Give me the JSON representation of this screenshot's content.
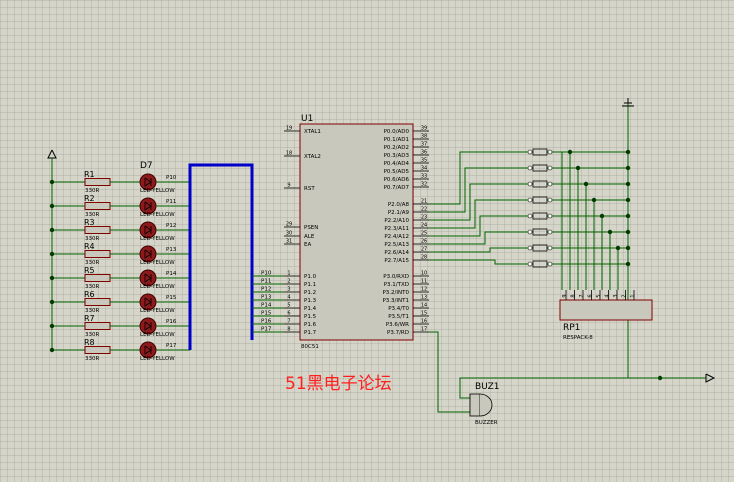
{
  "mcu": {
    "ref": "U1",
    "part": "80C51",
    "left_pins": [
      {
        "num": "19",
        "name": "XTAL1"
      },
      {
        "num": "18",
        "name": "XTAL2"
      },
      {
        "num": "9",
        "name": "RST"
      },
      {
        "num": "29",
        "name": "PSEN"
      },
      {
        "num": "30",
        "name": "ALE"
      },
      {
        "num": "31",
        "name": "EA"
      },
      {
        "num": "1",
        "name": "P1.0"
      },
      {
        "num": "2",
        "name": "P1.1"
      },
      {
        "num": "3",
        "name": "P1.2"
      },
      {
        "num": "4",
        "name": "P1.3"
      },
      {
        "num": "5",
        "name": "P1.4"
      },
      {
        "num": "6",
        "name": "P1.5"
      },
      {
        "num": "7",
        "name": "P1.6"
      },
      {
        "num": "8",
        "name": "P1.7"
      }
    ],
    "right_pins": [
      {
        "num": "39",
        "name": "P0.0/AD0"
      },
      {
        "num": "38",
        "name": "P0.1/AD1"
      },
      {
        "num": "37",
        "name": "P0.2/AD2"
      },
      {
        "num": "36",
        "name": "P0.3/AD3"
      },
      {
        "num": "35",
        "name": "P0.4/AD4"
      },
      {
        "num": "34",
        "name": "P0.5/AD5"
      },
      {
        "num": "33",
        "name": "P0.6/AD6"
      },
      {
        "num": "32",
        "name": "P0.7/AD7"
      },
      {
        "num": "21",
        "name": "P2.0/A8"
      },
      {
        "num": "22",
        "name": "P2.1/A9"
      },
      {
        "num": "23",
        "name": "P2.2/A10"
      },
      {
        "num": "24",
        "name": "P2.3/A11"
      },
      {
        "num": "25",
        "name": "P2.4/A12"
      },
      {
        "num": "26",
        "name": "P2.5/A13"
      },
      {
        "num": "27",
        "name": "P2.6/A14"
      },
      {
        "num": "28",
        "name": "P2.7/A15"
      },
      {
        "num": "10",
        "name": "P3.0/RXD"
      },
      {
        "num": "11",
        "name": "P3.1/TXD"
      },
      {
        "num": "12",
        "name": "P3.2/INT0"
      },
      {
        "num": "13",
        "name": "P3.3/INT1"
      },
      {
        "num": "14",
        "name": "P3.4/T0"
      },
      {
        "num": "15",
        "name": "P3.5/T1"
      },
      {
        "num": "16",
        "name": "P3.6/WR"
      },
      {
        "num": "17",
        "name": "P3.7/RD"
      }
    ]
  },
  "resistors": [
    {
      "ref": "R1",
      "value": "330R"
    },
    {
      "ref": "R2",
      "value": "330R"
    },
    {
      "ref": "R3",
      "value": "330R"
    },
    {
      "ref": "R4",
      "value": "330R"
    },
    {
      "ref": "R5",
      "value": "330R"
    },
    {
      "ref": "R6",
      "value": "330R"
    },
    {
      "ref": "R7",
      "value": "330R"
    },
    {
      "ref": "R8",
      "value": "330R"
    }
  ],
  "leds": {
    "top_ref": "D7",
    "part": "LED-YELLOW",
    "net_labels": [
      "P10",
      "P11",
      "P12",
      "P13",
      "P14",
      "P15",
      "P16",
      "P17"
    ]
  },
  "mcu_net_labels": [
    "P10",
    "P11",
    "P12",
    "P13",
    "P14",
    "P15",
    "P16",
    "P17"
  ],
  "resistor_pack": {
    "ref": "RP1",
    "part": "RESPACK-8",
    "pins": [
      "9",
      "8",
      "7",
      "6",
      "5",
      "4",
      "3",
      "2",
      "1"
    ]
  },
  "buzzer": {
    "ref": "BUZ1",
    "part": "BUZZER"
  },
  "watermark": "51黑电子论坛",
  "colors": {
    "background": "#d6d5c9",
    "wire": "#006400",
    "bus": "#0000c8",
    "component_outline": "#800000",
    "body_fill": "#c8c8bc",
    "led_fill": "#8b1a1a",
    "watermark": "#ff2020"
  }
}
